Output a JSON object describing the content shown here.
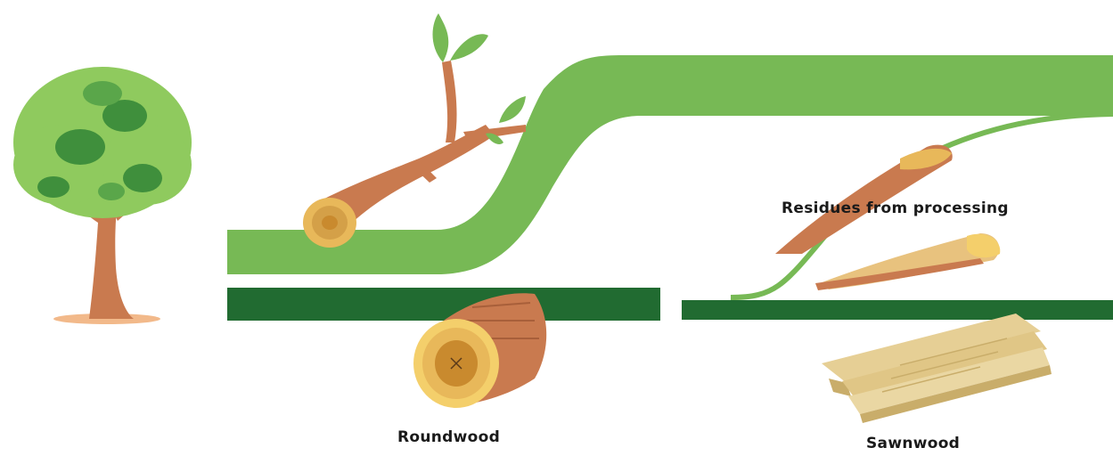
{
  "labels": {
    "roundwood": "Roundwood",
    "sawnwood": "Sawnwood",
    "residues": "Residues from processing"
  },
  "colors": {
    "flow_light": "#77b955",
    "flow_dark": "#216b31",
    "bark": "#c97a4f",
    "bark_dark": "#a85f3a",
    "wood_end": "#e8b85a",
    "wood_end_inner": "#c98a2e",
    "leaf_light": "#8fca5e",
    "leaf_dark": "#3f8f3c",
    "plank": "#e6cf95",
    "plank_dark": "#c9ad6a"
  },
  "icons": [
    "tree-icon",
    "branch-log-icon",
    "roundwood-log-icon",
    "sawnwood-planks-icon",
    "residue-slab-icon"
  ]
}
